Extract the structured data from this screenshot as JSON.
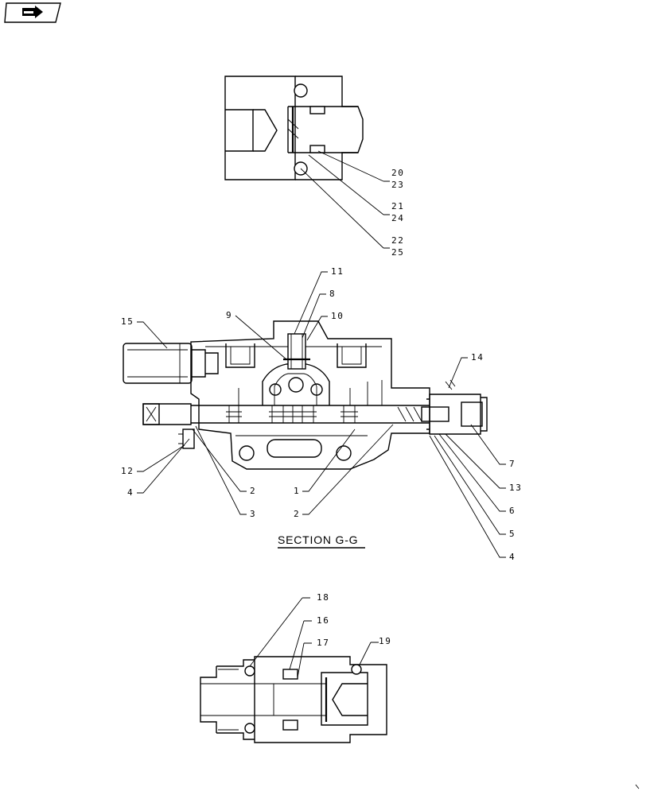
{
  "nav_icon": "forward-arrow-icon",
  "section_title": "SECTION  G-G",
  "callouts": {
    "c20": "20",
    "c23": "23",
    "c21": "21",
    "c24": "24",
    "c22": "22",
    "c25": "25",
    "c11": "11",
    "c8": "8",
    "c9": "9",
    "c10": "10",
    "c15": "15",
    "c14": "14",
    "c12": "12",
    "c4a": "4",
    "c2a": "2",
    "c3": "3",
    "c1": "1",
    "c2b": "2",
    "c7": "7",
    "c13": "13",
    "c6": "6",
    "c5": "5",
    "c4b": "4",
    "c18": "18",
    "c16": "16",
    "c17": "17",
    "c19": "19"
  }
}
